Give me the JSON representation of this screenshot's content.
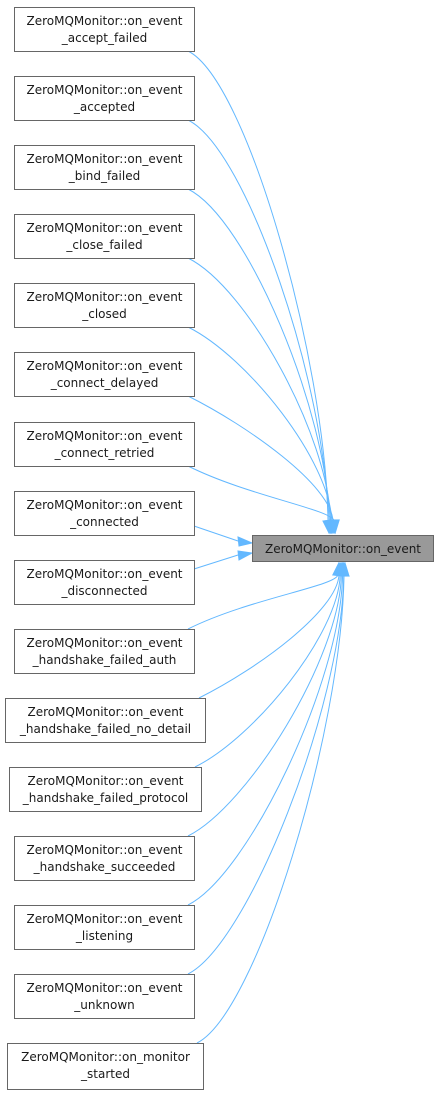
{
  "target": {
    "label": "ZeroMQMonitor::on_event"
  },
  "callers": [
    {
      "line1": "ZeroMQMonitor::on_event",
      "line2": "_accept_failed"
    },
    {
      "line1": "ZeroMQMonitor::on_event",
      "line2": "_accepted"
    },
    {
      "line1": "ZeroMQMonitor::on_event",
      "line2": "_bind_failed"
    },
    {
      "line1": "ZeroMQMonitor::on_event",
      "line2": "_close_failed"
    },
    {
      "line1": "ZeroMQMonitor::on_event",
      "line2": "_closed"
    },
    {
      "line1": "ZeroMQMonitor::on_event",
      "line2": "_connect_delayed"
    },
    {
      "line1": "ZeroMQMonitor::on_event",
      "line2": "_connect_retried"
    },
    {
      "line1": "ZeroMQMonitor::on_event",
      "line2": "_connected"
    },
    {
      "line1": "ZeroMQMonitor::on_event",
      "line2": "_disconnected"
    },
    {
      "line1": "ZeroMQMonitor::on_event",
      "line2": "_handshake_failed_auth"
    },
    {
      "line1": "ZeroMQMonitor::on_event",
      "line2": "_handshake_failed_no_detail"
    },
    {
      "line1": "ZeroMQMonitor::on_event",
      "line2": "_handshake_failed_protocol"
    },
    {
      "line1": "ZeroMQMonitor::on_event",
      "line2": "_handshake_succeeded"
    },
    {
      "line1": "ZeroMQMonitor::on_event",
      "line2": "_listening"
    },
    {
      "line1": "ZeroMQMonitor::on_event",
      "line2": "_unknown"
    },
    {
      "line1": "ZeroMQMonitor::on_monitor",
      "line2": "_started"
    }
  ],
  "colors": {
    "edge": "#63b8ff",
    "target_fill": "#999999",
    "node_stroke": "#666666"
  }
}
